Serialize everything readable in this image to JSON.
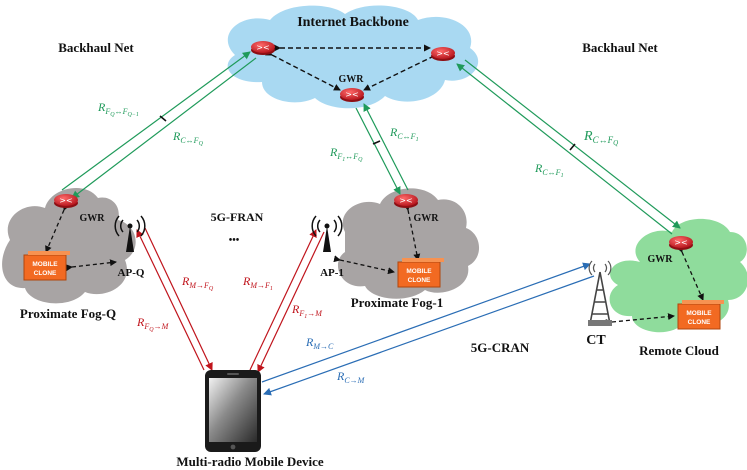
{
  "titles": {
    "internet_backbone": "Internet Backbone",
    "backhaul_left": "Backhaul Net",
    "backhaul_right": "Backhaul Net",
    "fran": "5G-FRAN",
    "cran": "5G-CRAN",
    "ellipsis": "•••",
    "device": "Multi-radio Mobile Device"
  },
  "nodes": {
    "gwr": "GWR",
    "ap_q": "AP-Q",
    "ap_1": "AP-1",
    "ct": "CT",
    "fog_q": "Proximate Fog-Q",
    "fog_1": "Proximate Fog-1",
    "remote_cloud": "Remote Cloud",
    "mobile_clone_line1": "MOBILE",
    "mobile_clone_line2": "CLONE"
  },
  "rates": {
    "r_fq_fq1": {
      "R": "R",
      "sub": "F",
      "subsub": "Q",
      "rest": "↔F",
      "rest_sub": "Q−1"
    },
    "r_c_fq_left": {
      "R": "R",
      "sub": "C↔F",
      "subsub": "Q"
    },
    "r_c_f1_top": {
      "R": "R",
      "sub": "C↔F",
      "subsub": "1"
    },
    "r_f1_fq": {
      "R": "R",
      "sub": "F",
      "subsub": "1",
      "rest": "↔F",
      "rest_sub": "Q"
    },
    "r_c_fq_right": {
      "R": "R",
      "sub": "C↔F",
      "subsub": "Q"
    },
    "r_c_f1_right": {
      "R": "R",
      "sub": "C↔F",
      "subsub": "1"
    },
    "r_m_fq": {
      "R": "R",
      "sub": "M→F",
      "subsub": "Q"
    },
    "r_fq_m": {
      "R": "R",
      "sub": "F",
      "subsub": "Q",
      "rest": "→M"
    },
    "r_m_f1": {
      "R": "R",
      "sub": "M→F",
      "subsub": "1"
    },
    "r_f1_m": {
      "R": "R",
      "sub": "F",
      "subsub": "1",
      "rest": "→M"
    },
    "r_m_c": {
      "R": "R",
      "sub": "M→C"
    },
    "r_c_m": {
      "R": "R",
      "sub": "C→M"
    }
  },
  "colors": {
    "backhaul": "#1f9a5a",
    "fran_link": "#c0141c",
    "cran_link": "#2a6db5",
    "internet_cloud": "#a9d9f2",
    "fog_cloud": "#a8a4a4",
    "remote_cloud": "#8fdc9c",
    "router": "#e8232a",
    "clone": "#f26a22"
  }
}
